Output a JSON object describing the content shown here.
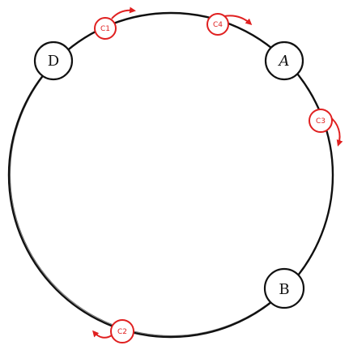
{
  "diagram": {
    "colors": {
      "ring": "#111111",
      "node_fill": "#ffffff",
      "node_stroke": "#111111",
      "client": "#e02020",
      "background": "#ffffff"
    },
    "nodes": [
      {
        "id": "node-d",
        "label": "D"
      },
      {
        "id": "node-a",
        "label": "A"
      },
      {
        "id": "node-b",
        "label": "B"
      }
    ],
    "clients": [
      {
        "id": "client-c1",
        "label": "C1"
      },
      {
        "id": "client-c4",
        "label": "C4"
      },
      {
        "id": "client-c3",
        "label": "C3"
      },
      {
        "id": "client-c2",
        "label": "C2"
      }
    ]
  }
}
